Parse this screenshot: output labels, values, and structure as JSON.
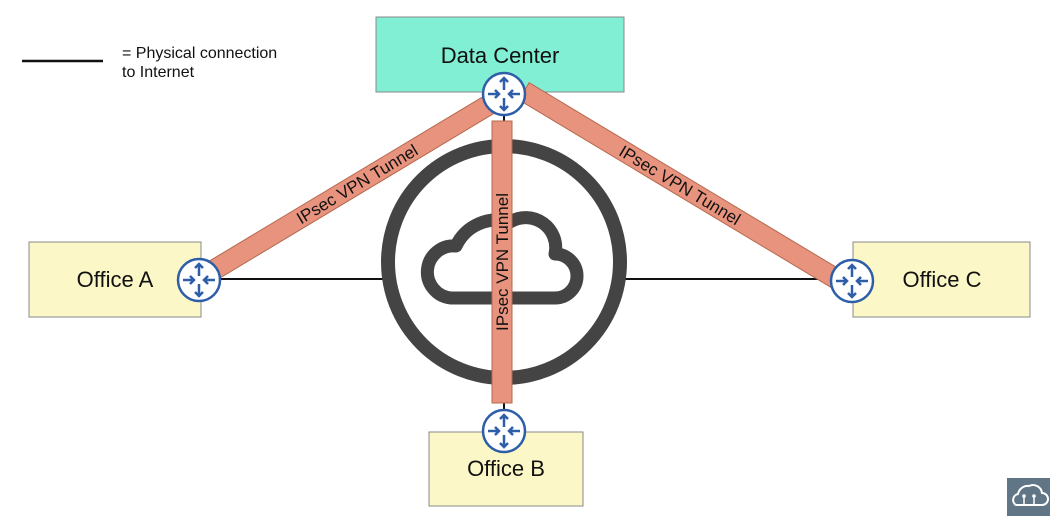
{
  "legend": {
    "line1": "= Physical connection",
    "line2": "to Internet"
  },
  "sites": {
    "data_center": "Data Center",
    "office_a": "Office A",
    "office_b": "Office B",
    "office_c": "Office C"
  },
  "tunnels": {
    "left": "IPsec VPN Tunnel",
    "middle": "IPsec VPN Tunnel",
    "right": "IPsec VPN Tunnel"
  },
  "icons": {
    "router": "router-icon",
    "internet": "cloud-icon",
    "logo": "cloud-network-logo-icon"
  },
  "colors": {
    "data_center_fill": "#80efd3",
    "office_fill": "#fbf7c7",
    "tunnel_fill": "#e8937d",
    "tunnel_stroke": "#b5694f",
    "internet_ring": "#444444",
    "router_stroke": "#2e5ea8",
    "logo_bg": "#607585"
  }
}
